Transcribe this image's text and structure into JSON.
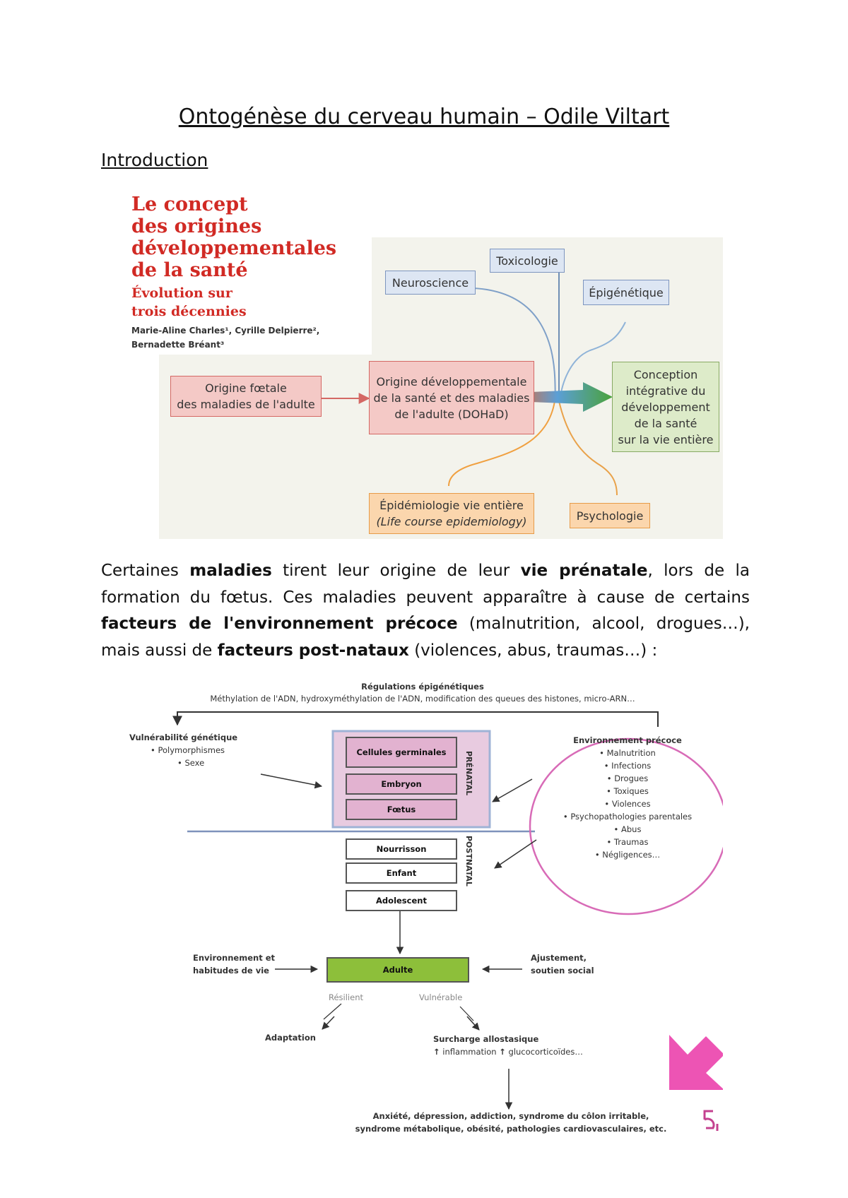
{
  "title": "Ontogénèse du cerveau humain – Odile Viltart",
  "section_heading": "Introduction",
  "figure1": {
    "heading_lines": [
      "Le concept",
      "des origines",
      "développementales",
      "de la santé"
    ],
    "subheading_lines": [
      "Évolution sur",
      "trois décennies"
    ],
    "authors_lines": [
      "Marie-Aline Charles¹, Cyrille Delpierre²,",
      "Bernadette Bréant³"
    ],
    "boxes": {
      "toxicologie": "Toxicologie",
      "neuroscience": "Neuroscience",
      "epigenetique": "Épigénétique",
      "origine_foetale": [
        "Origine fœtale",
        "des maladies de l'adulte"
      ],
      "dohad": [
        "Origine développementale",
        "de la santé et des maladies",
        "de l'adulte (DOHaD)"
      ],
      "conception": [
        "Conception",
        "intégrative du",
        "développement",
        "de la santé",
        "sur la vie entière"
      ],
      "epidemiologie": [
        "Épidémiologie vie entière",
        "(Life course epidemiology)"
      ],
      "psychologie": "Psychologie"
    }
  },
  "paragraph": {
    "p1": "Certaines ",
    "b1": "maladies",
    "p2": " tirent leur origine de leur ",
    "b2": "vie prénatale",
    "p3": ", lors de la formation du fœtus. Ces maladies peuvent apparaître à cause de certains ",
    "b3": "facteurs de l'environnement précoce",
    "p4": " (malnutrition, alcool, drogues…), mais aussi de ",
    "b4": "facteurs post-nataux",
    "p5": " (violences, abus, traumas…) :"
  },
  "figure2": {
    "top_title": "Régulations épigénétiques",
    "top_subtitle": "Méthylation de l'ADN, hydroxyméthylation de l'ADN, modification des queues des histones, micro-ARN…",
    "genetic_title": "Vulnérabilité génétique",
    "genetic_items": [
      "• Polymorphismes",
      "• Sexe"
    ],
    "env_title": "Environnement précoce",
    "env_items": [
      "• Malnutrition",
      "• Infections",
      "• Drogues",
      "• Toxiques",
      "• Violences",
      "• Psychopathologies parentales",
      "• Abus",
      "• Traumas",
      "• Négligences…"
    ],
    "prenatal_label": "PRÉNATAL",
    "postnatal_label": "POSTNATAL",
    "stages_prenatal": [
      "Cellules germinales",
      "Embryon",
      "Fœtus"
    ],
    "stages_postnatal": [
      "Nourrisson",
      "Enfant",
      "Adolescent"
    ],
    "adult": "Adulte",
    "env_habits": [
      "Environnement et",
      "habitudes de vie"
    ],
    "adjustment": [
      "Ajustement,",
      "soutien social"
    ],
    "resilient": "Résilient",
    "vulnerable": "Vulnérable",
    "adaptation": "Adaptation",
    "allostatic_title": "Surcharge allostasique",
    "allostatic_detail_1": "inflammation",
    "allostatic_detail_2": "glucocorticoïdes…",
    "outcome_lines": [
      "Anxiété, dépression, addiction, syndrome du côlon irritable,",
      "syndrome métabolique, obésité, pathologies cardiovasculaires, etc."
    ],
    "logo": "5"
  },
  "colors": {
    "accent_red": "#d12a24",
    "circle_pink": "#d86bb7",
    "arrow_magenta": "#ec4bb0",
    "adult_green": "#8dbf3a",
    "prenatal_pink": "#e2b2d0"
  }
}
